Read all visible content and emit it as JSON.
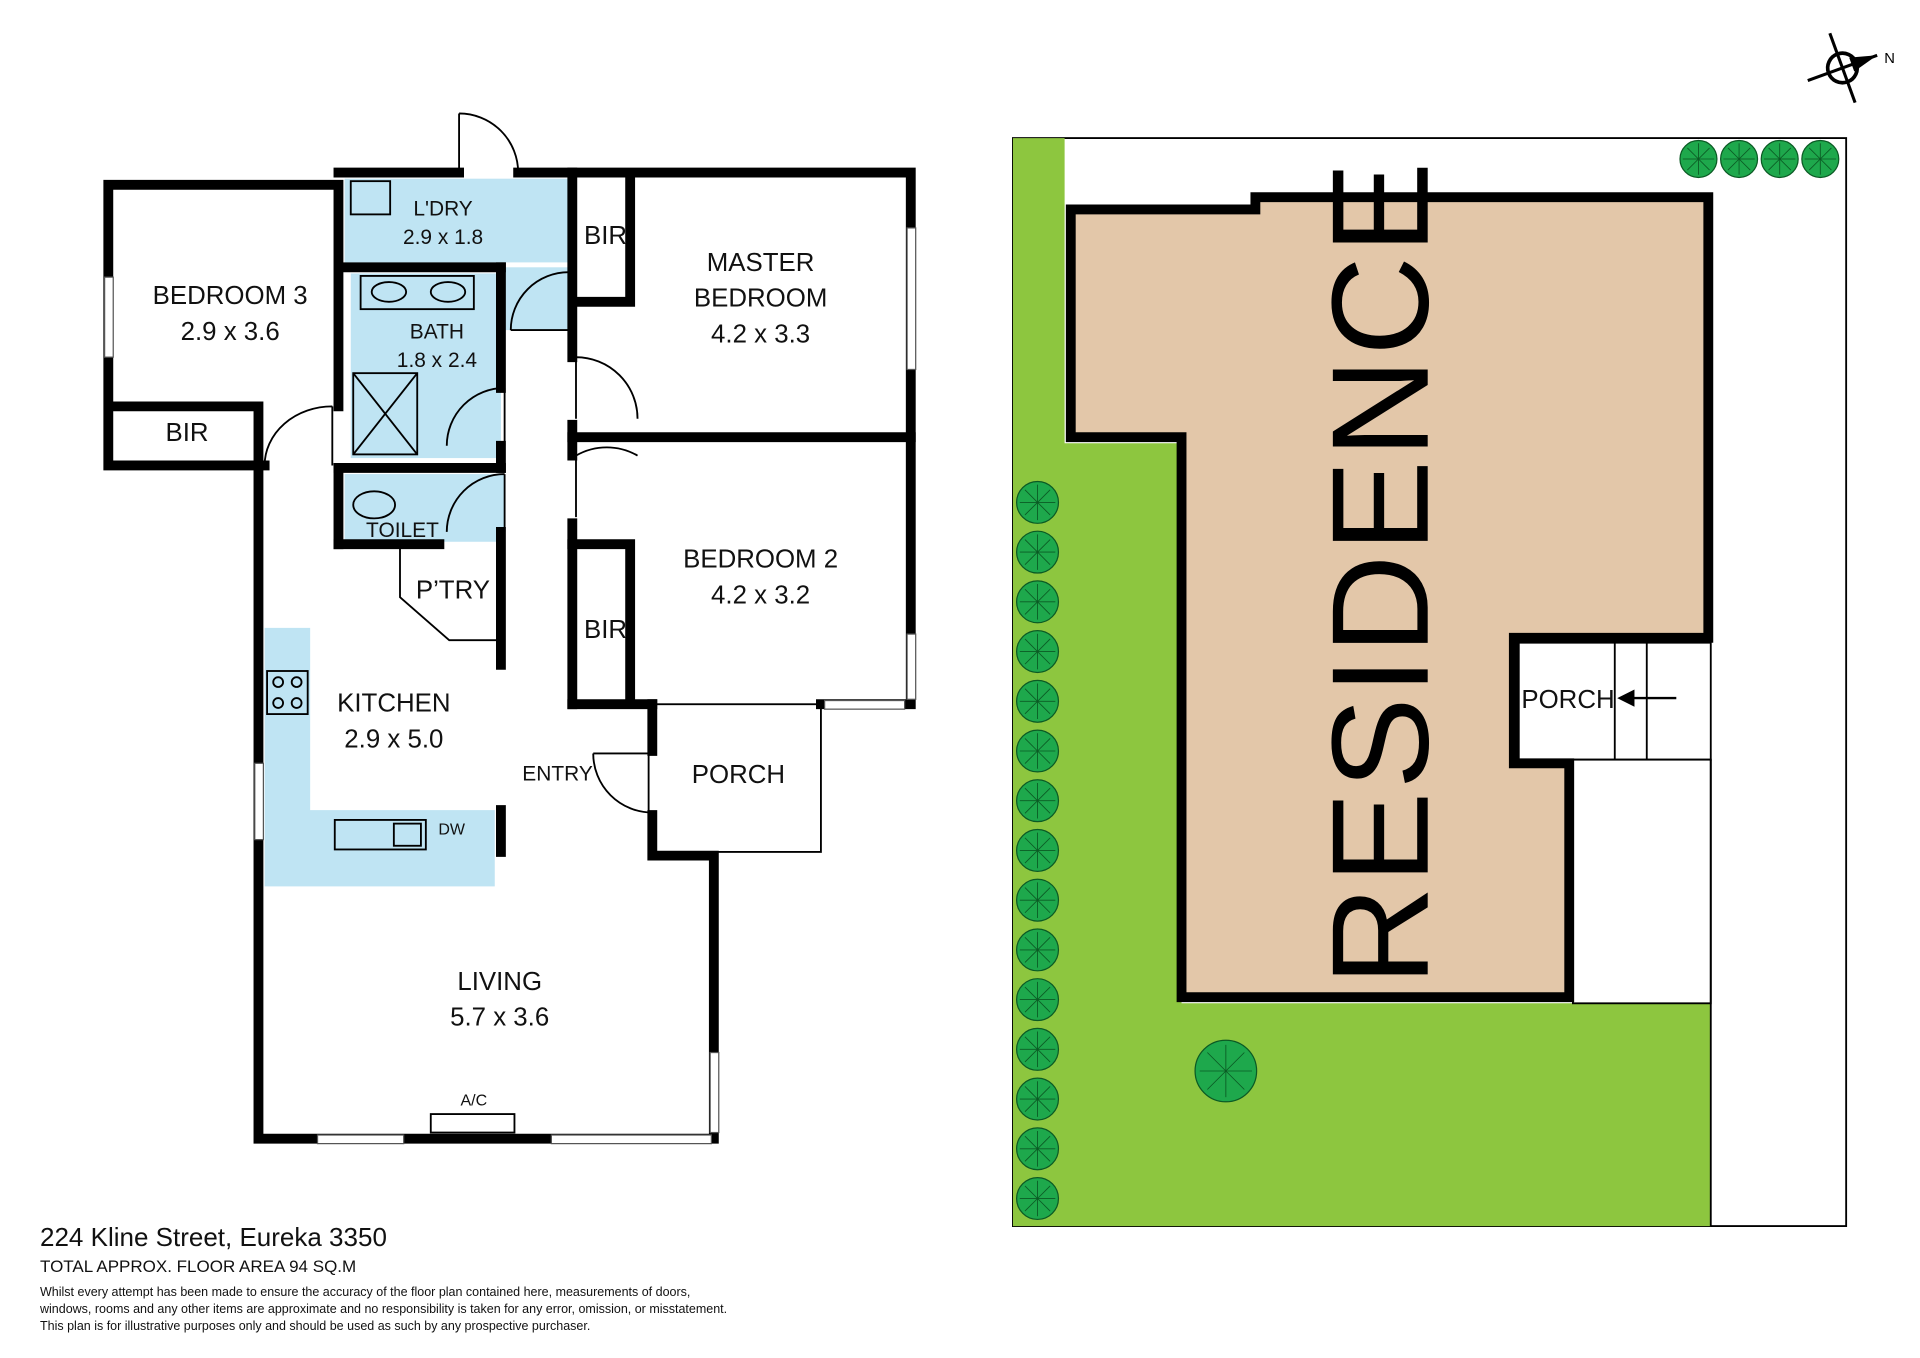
{
  "colors": {
    "wet_area": "#bfe4f3",
    "residence": "#e3c7a9",
    "lawn": "#8dc63f",
    "tree": "#1ea84c",
    "wall": "#000000"
  },
  "floorplan": {
    "rooms": [
      {
        "name": "BEDROOM 3",
        "size": "2.9 x 3.6"
      },
      {
        "name": "L'DRY",
        "size": "2.9 x 1.8"
      },
      {
        "name": "BATH",
        "size": "1.8 x 2.4"
      },
      {
        "name": "MASTER BEDROOM",
        "line1": "MASTER",
        "line2": "BEDROOM",
        "size": "4.2 x 3.3"
      },
      {
        "name": "BEDROOM 2",
        "size": "4.2 x 3.2"
      },
      {
        "name": "KITCHEN",
        "size": "2.9 x 5.0"
      },
      {
        "name": "LIVING",
        "size": "5.7 x 3.6"
      }
    ],
    "labels": {
      "bir": "BIR",
      "toilet": "TOILET",
      "pantry": "P’TRY",
      "entry": "ENTRY",
      "porch": "PORCH",
      "dw": "DW",
      "ac": "A/C"
    }
  },
  "site": {
    "residence": "RESIDENCE",
    "porch": "PORCH",
    "north": "N"
  },
  "footer": {
    "address": "224 Kline Street, Eureka 3350",
    "area": "TOTAL APPROX. FLOOR AREA 94 SQ.M",
    "disclaimer": [
      "Whilst every attempt has been made to ensure the accuracy of the floor plan contained here, measurements of doors,",
      "windows, rooms and any other items are approximate and no responsibility is taken for any error, omission, or misstatement.",
      "This plan is for illustrative purposes only and should be used as such by any prospective purchaser."
    ]
  }
}
